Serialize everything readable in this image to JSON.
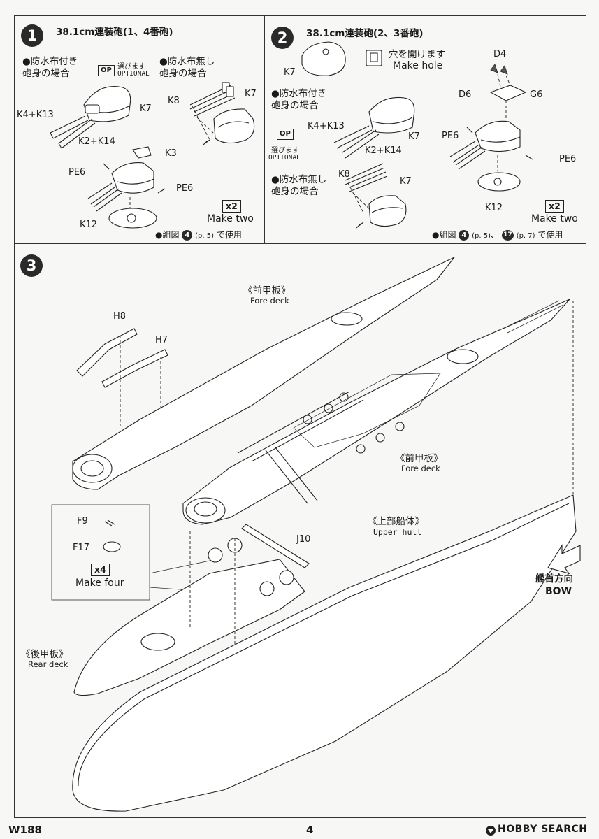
{
  "step1": {
    "number": "1",
    "title": "38.1cm連装砲(1、4番砲)",
    "cover_with_title": "●防水布付き\n砲身の場合",
    "cover_without_title": "●防水布無し\n砲身の場合",
    "op_badge": "OP",
    "op_text": "選びます",
    "op_optional": "OPTIONAL",
    "labels": {
      "k4k13": "K4+K13",
      "k7a": "K7",
      "k2k14": "K2+K14",
      "k8": "K8",
      "k7b": "K7",
      "k3": "K3",
      "pe6a": "PE6",
      "pe6b": "PE6",
      "k12": "K12"
    },
    "multiplier": "x2",
    "make_text": "Make two",
    "ref_prefix": "●組図",
    "ref_step": "4",
    "ref_page": "(p. 5)",
    "ref_suffix": "で使用"
  },
  "step2": {
    "number": "2",
    "title": "38.1cm連装砲(2、3番砲)",
    "hole_jp": "穴を開けます",
    "hole_en": "Make hole",
    "cover_with_title": "●防水布付き\n砲身の場合",
    "cover_without_title": "●防水布無し\n砲身の場合",
    "op_badge": "OP",
    "op_text": "選びます",
    "op_optional": "OPTIONAL",
    "labels": {
      "k7a": "K7",
      "k4k13": "K4+K13",
      "k7b": "K7",
      "k2k14": "K2+K14",
      "k8": "K8",
      "k7c": "K7",
      "d4": "D4",
      "d6": "D6",
      "g6": "G6",
      "pe6a": "PE6",
      "pe6b": "PE6",
      "k12": "K12"
    },
    "multiplier": "x2",
    "make_text": "Make two",
    "ref_prefix": "●組図",
    "ref_step1": "4",
    "ref_page1": "(p. 5)",
    "ref_sep": "、",
    "ref_step2": "17",
    "ref_page2": "(p. 7)",
    "ref_suffix": "で使用"
  },
  "step3": {
    "number": "3",
    "labels": {
      "h8": "H8",
      "h7": "H7",
      "f9": "F9",
      "f17": "F17",
      "j10": "J10"
    },
    "fore_deck_jp_1": "《前甲板》",
    "fore_deck_en_1": "Fore deck",
    "fore_deck_jp_2": "《前甲板》",
    "fore_deck_en_2": "Fore deck",
    "upper_hull_jp": "《上部船体》",
    "upper_hull_en": "Upper hull",
    "rear_deck_jp": "《後甲板》",
    "rear_deck_en": "Rear deck",
    "multiplier": "x4",
    "make_text": "Make four",
    "bow_jp": "艦首方向",
    "bow_en": "BOW"
  },
  "footer": {
    "code": "W188",
    "page": "4",
    "watermark_brand": "HOBBY SEARCH"
  }
}
